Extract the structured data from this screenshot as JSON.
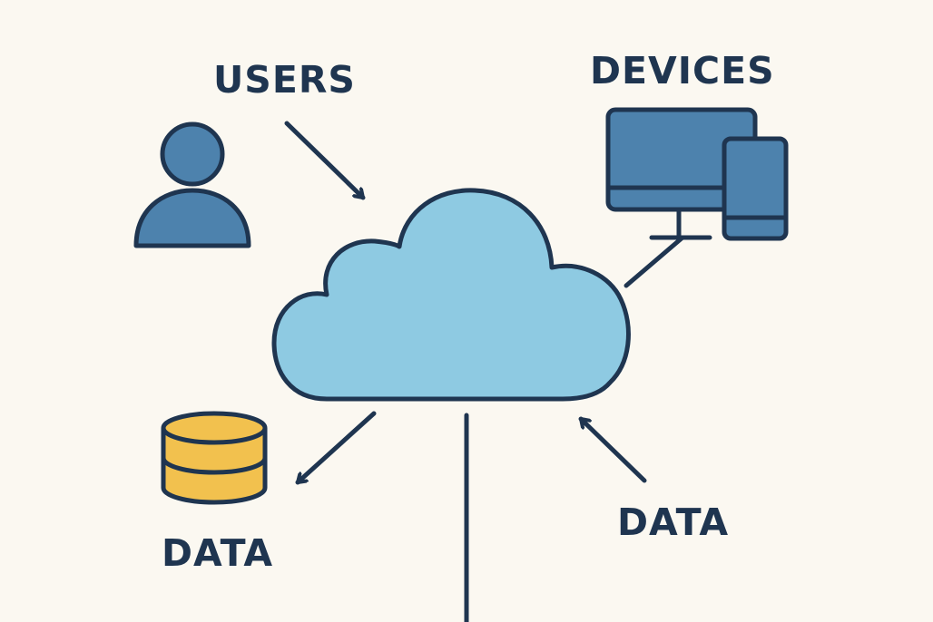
{
  "labels": {
    "users": "USERS",
    "devices": "DEVICES",
    "data_left": "DATA",
    "data_right": "DATA"
  },
  "colors": {
    "background": "#fbf8f1",
    "ink": "#1f3550",
    "cloud_fill": "#8ecae2",
    "user_fill": "#4d82ad",
    "device_fill": "#4d82ad",
    "database_fill": "#f2c14e"
  },
  "icons": [
    "cloud-icon",
    "user-icon",
    "devices-icon",
    "database-icon"
  ]
}
